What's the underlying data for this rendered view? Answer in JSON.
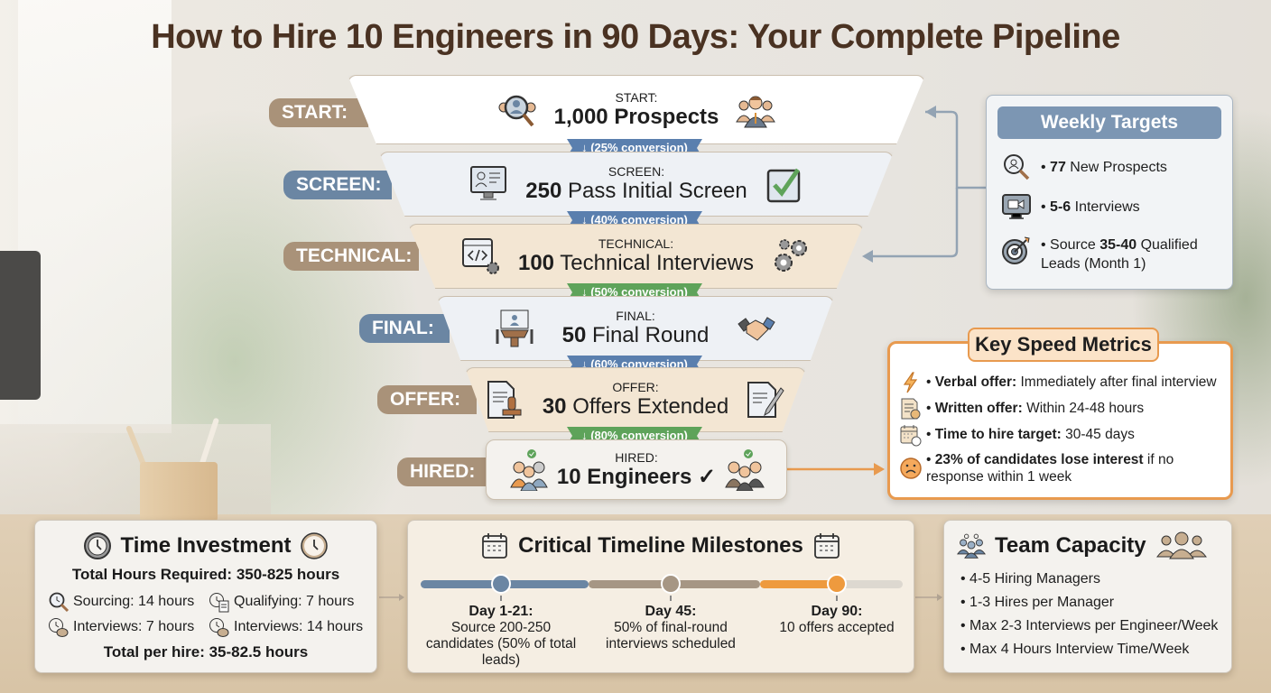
{
  "title": "How to Hire 10 Engineers in 90 Days: Your Complete Pipeline",
  "funnel": {
    "stages": [
      {
        "tag": "START:",
        "small": "START:",
        "number": "1,000",
        "label": "Prospects",
        "number_bold_only": false,
        "fill": "#ffffff",
        "tag_color": "#a99279",
        "icon_left": "magnifier-people-icon",
        "icon_right": "business-team-icon"
      },
      {
        "tag": "SCREEN:",
        "small": "SCREEN:",
        "number": "250",
        "label": "Pass Initial Screen",
        "fill": "#eef1f5",
        "tag_color": "#6b86a3",
        "icon_left": "monitor-profile-icon",
        "icon_right": "checkbox-check-icon"
      },
      {
        "tag": "TECHNICAL:",
        "small": "TECHNICAL:",
        "number": "100",
        "label": "Technical Interviews",
        "fill": "#f3e6d3",
        "tag_color": "#a99279",
        "icon_left": "code-window-icon",
        "icon_right": "gears-icon"
      },
      {
        "tag": "FINAL:",
        "small": "FINAL:",
        "number": "50",
        "label": "Final Round",
        "fill": "#eef1f5",
        "tag_color": "#6b86a3",
        "icon_left": "meeting-room-icon",
        "icon_right": "handshake-icon"
      },
      {
        "tag": "OFFER:",
        "small": "OFFER:",
        "number": "30",
        "label": "Offers Extended",
        "fill": "#f3e6d3",
        "tag_color": "#a99279",
        "icon_left": "document-stamp-icon",
        "icon_right": "contract-pen-icon"
      },
      {
        "tag": "HIRED:",
        "small": "HIRED:",
        "number": "10",
        "label": "Engineers ✓",
        "fill": "#f4f2ee",
        "tag_color": "#a99279",
        "icon_left": "hired-team-icon",
        "icon_right": "hired-engineers-icon"
      }
    ],
    "conversions": [
      {
        "label": "↓ (25% conversion)",
        "color": "#5a7fae"
      },
      {
        "label": "↓ (40% conversion)",
        "color": "#5a7fae"
      },
      {
        "label": "↓ (50% conversion)",
        "color": "#5ea35a"
      },
      {
        "label": "↓ (60% conversion)",
        "color": "#5a7fae"
      },
      {
        "label": "↓ (80% conversion)",
        "color": "#5ea35a"
      }
    ]
  },
  "weekly_targets": {
    "title": "Weekly Targets",
    "items": [
      {
        "icon": "search-person-icon",
        "bold": "77",
        "text": "New Prospects"
      },
      {
        "icon": "video-monitor-icon",
        "bold": "5-6",
        "text": "Interviews"
      },
      {
        "icon": "target-icon",
        "prefix": "Source",
        "bold": "35-40",
        "text": "Qualified Leads (Month 1)"
      }
    ]
  },
  "key_speed_metrics": {
    "title": "Key Speed Metrics",
    "items": [
      {
        "icon": "lightning-icon",
        "bold": "Verbal offer:",
        "text": "Immediately after final interview"
      },
      {
        "icon": "document-clock-icon",
        "bold": "Written offer:",
        "text": "Within 24-48 hours"
      },
      {
        "icon": "calendar-clock-icon",
        "bold": "Time to hire target:",
        "text": "30-45 days"
      },
      {
        "icon": "sad-face-icon",
        "bold": "23% of candidates lose interest",
        "text": "if no response within 1 week"
      }
    ],
    "accent": "#e89a4f"
  },
  "time_investment": {
    "title": "Time Investment",
    "total": "Total Hours Required: 350-825 hours",
    "items": [
      {
        "icon": "search-clock-icon",
        "text": "Sourcing: 14 hours"
      },
      {
        "icon": "clock-document-icon",
        "text": "Qualifying: 7 hours"
      },
      {
        "icon": "clock-chat-icon",
        "text": "Interviews: 7 hours"
      },
      {
        "icon": "clock-chat-icon",
        "text": "Interviews: 14 hours"
      }
    ],
    "per_hire": "Total per hire: 35-82.5 hours"
  },
  "timeline": {
    "title": "Critical Timeline Milestones",
    "milestones": [
      {
        "day": "Day 1-21:",
        "text": "Source 200-250 candidates (50% of total leads)",
        "color": "#6b86a3"
      },
      {
        "day": "Day 45:",
        "text": "50% of final-round interviews scheduled",
        "color": "#a69684"
      },
      {
        "day": "Day 90:",
        "text": "10 offers accepted",
        "color": "#ee9a3e"
      }
    ]
  },
  "team_capacity": {
    "title": "Team Capacity",
    "items": [
      "4-5 Hiring Managers",
      "1-3 Hires per Manager",
      "Max 2-3 Interviews per Engineer/Week",
      "Max 4 Hours Interview Time/Week"
    ]
  }
}
